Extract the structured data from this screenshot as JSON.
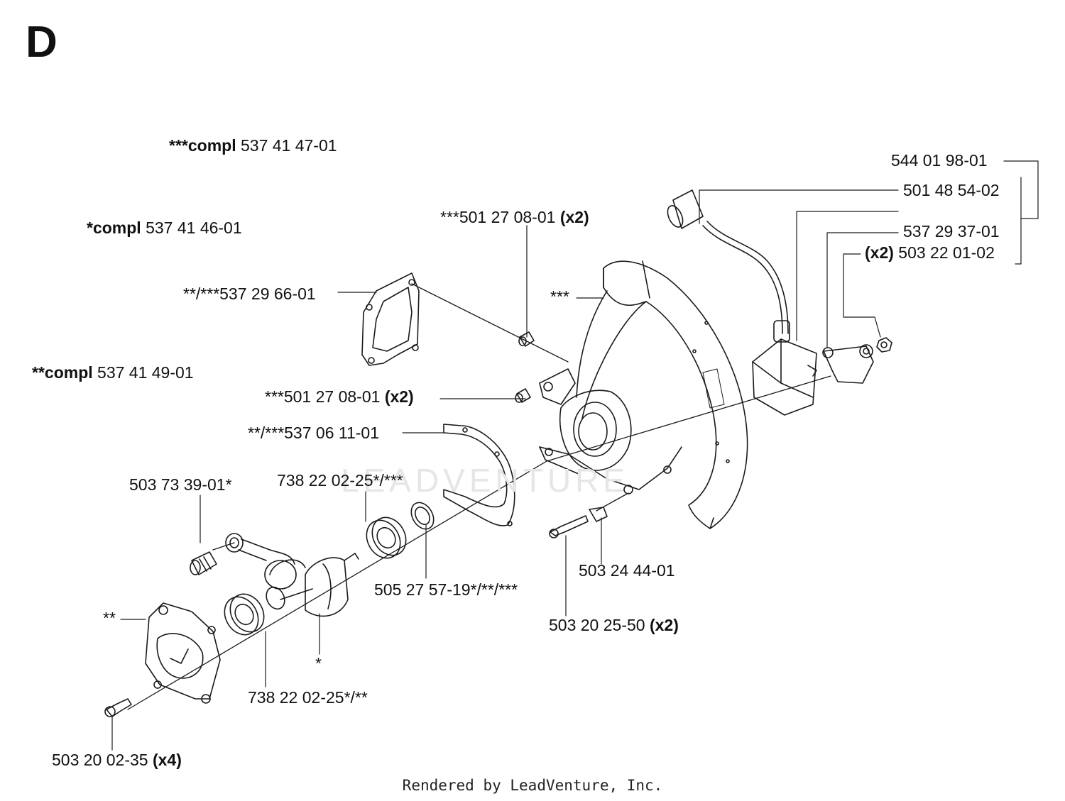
{
  "section_letter": "D",
  "watermark_text": "LEADVENTURE",
  "footer_text": "Rendered by LeadVenture, Inc.",
  "labels": {
    "compl3": {
      "prefix": "***compl",
      "num": "537 41 47-01"
    },
    "compl1": {
      "prefix": "*compl",
      "num": "537 41 46-01"
    },
    "compl2": {
      "prefix": "**compl",
      "num": "537 41 49-01"
    },
    "p54401": {
      "num": "544 01 98-01"
    },
    "p50148": {
      "num": "501 48 54-02"
    },
    "p53729": {
      "num": "537 29 37-01"
    },
    "p50322": {
      "qty": "(x2)",
      "num": "503 22 01-02"
    },
    "p501a": {
      "num": "***501 27 08-01",
      "qty": "(x2)"
    },
    "p501b": {
      "num": "***501 27 08-01",
      "qty": "(x2)"
    },
    "gasket1": {
      "num": "**/***537 29 66-01"
    },
    "gasket2": {
      "num": "**/***537 06 11-01"
    },
    "stars3": {
      "num": "***"
    },
    "needle": {
      "num": "503 73 39-01*"
    },
    "bearing1": {
      "num": "738 22 02-25*/***"
    },
    "seal": {
      "num": "505 27 57-19*/**/***"
    },
    "p50324": {
      "num": "503 24 44-01"
    },
    "p50320a": {
      "num": "503 20 25-50",
      "qty": "(x2)"
    },
    "stars2": {
      "num": "**"
    },
    "star1": {
      "num": "*"
    },
    "bearing2": {
      "num": "738 22 02-25*/**"
    },
    "p50320b": {
      "num": "503 20 02-35",
      "qty": "(x4)"
    }
  },
  "colors": {
    "line": "#1a1a1a",
    "text": "#111111",
    "watermark": "#e6e6e6"
  }
}
